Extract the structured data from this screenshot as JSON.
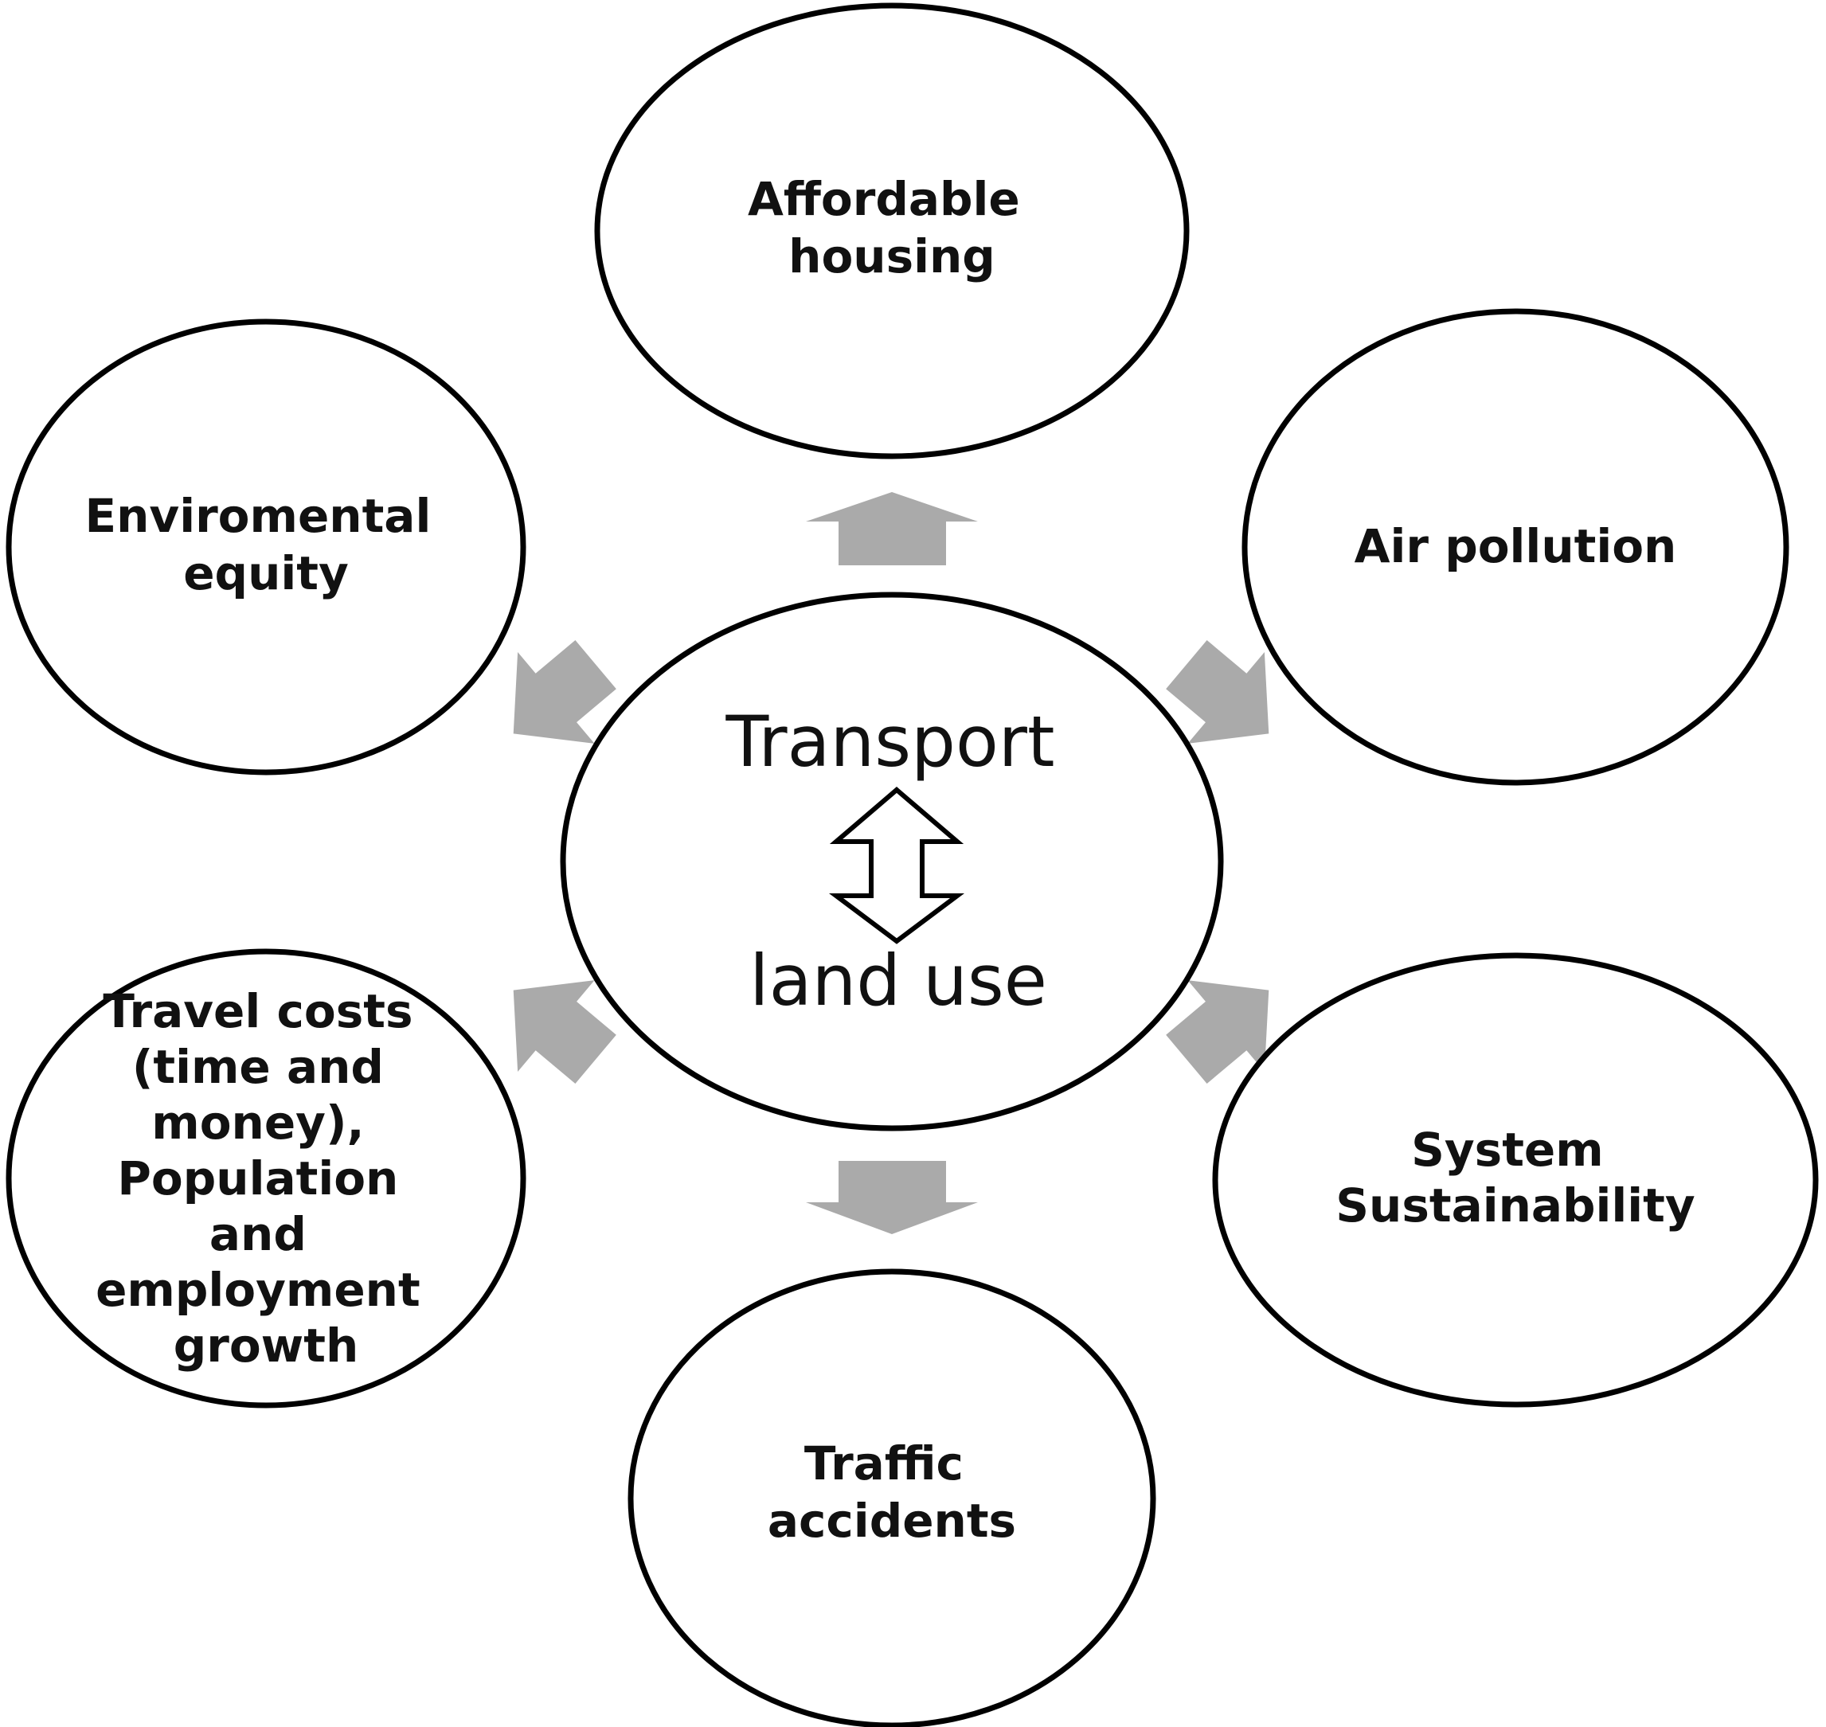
{
  "center": {
    "top_label": "Transport",
    "bottom_label": "land use",
    "relation_icon": "double-headed-arrow-icon"
  },
  "nodes": [
    {
      "id": "affordable-housing",
      "lines": [
        "Affordable",
        "housing"
      ]
    },
    {
      "id": "air-pollution",
      "lines": [
        "Air pollution"
      ]
    },
    {
      "id": "system-sustainability",
      "lines": [
        "System",
        "Sustainability"
      ]
    },
    {
      "id": "traffic-accidents",
      "lines": [
        "Traffic",
        "accidents"
      ]
    },
    {
      "id": "travel-costs",
      "lines": [
        "Travel costs",
        "(time and",
        "money),",
        "Population",
        "and",
        "employment",
        "growth"
      ]
    },
    {
      "id": "environmental-equity",
      "lines": [
        "Enviromental",
        "equity"
      ]
    }
  ],
  "colors": {
    "arrow": "#aaaaaa",
    "outline": "#000000",
    "text": "#111111",
    "background": "#ffffff"
  }
}
